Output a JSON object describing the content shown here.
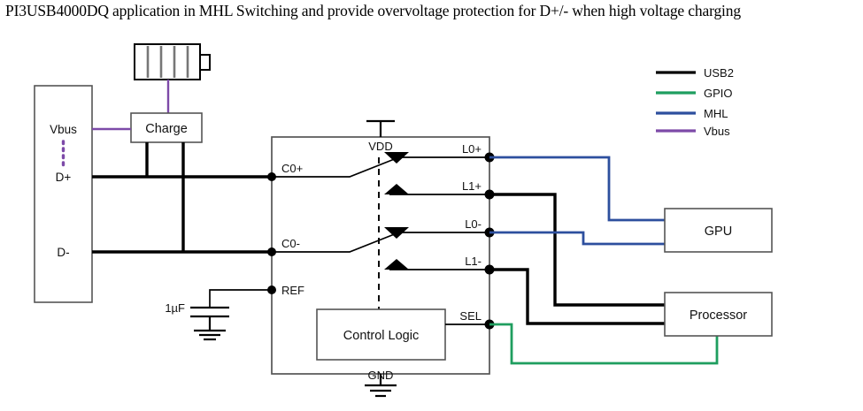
{
  "title": "PI3USB4000DQ application in MHL Switching and provide overvoltage protection for D+/- when high voltage charging",
  "legend": {
    "items": [
      {
        "label": "USB2",
        "color": "#000000"
      },
      {
        "label": "GPIO",
        "color": "#1f9e5f"
      },
      {
        "label": "MHL",
        "color": "#2d4f9e"
      },
      {
        "label": "Vbus",
        "color": "#7d4aa8"
      }
    ]
  },
  "connector": {
    "name": "usb-connector",
    "pins": [
      {
        "label": "Vbus",
        "net": "Vbus"
      },
      {
        "label": "D+",
        "net": "USB2"
      },
      {
        "label": "D-",
        "net": "USB2"
      }
    ]
  },
  "blocks": {
    "charge": {
      "label": "Charge"
    },
    "control_logic": {
      "label": "Control Logic"
    },
    "gpu": {
      "label": "GPU"
    },
    "processor": {
      "label": "Processor"
    }
  },
  "components": {
    "capacitor": {
      "value": "1µF"
    },
    "battery": {
      "name": "battery"
    }
  },
  "ic": {
    "name": "PI3USB4000DQ",
    "power_pins": [
      {
        "label": "VDD"
      },
      {
        "label": "GND"
      }
    ],
    "left_pins": [
      {
        "label": "C0+"
      },
      {
        "label": "C0-"
      },
      {
        "label": "REF"
      }
    ],
    "right_pins": [
      {
        "label": "L0+",
        "net": "MHL"
      },
      {
        "label": "L1+",
        "net": "USB2"
      },
      {
        "label": "L0-",
        "net": "MHL"
      },
      {
        "label": "L1-",
        "net": "USB2"
      },
      {
        "label": "SEL",
        "net": "GPIO"
      }
    ]
  },
  "colors": {
    "usb2": "#000000",
    "gpio": "#1f9e5f",
    "mhl": "#2d4f9e",
    "vbus": "#7d4aa8",
    "block_stroke": "#555555",
    "background": "#ffffff"
  }
}
